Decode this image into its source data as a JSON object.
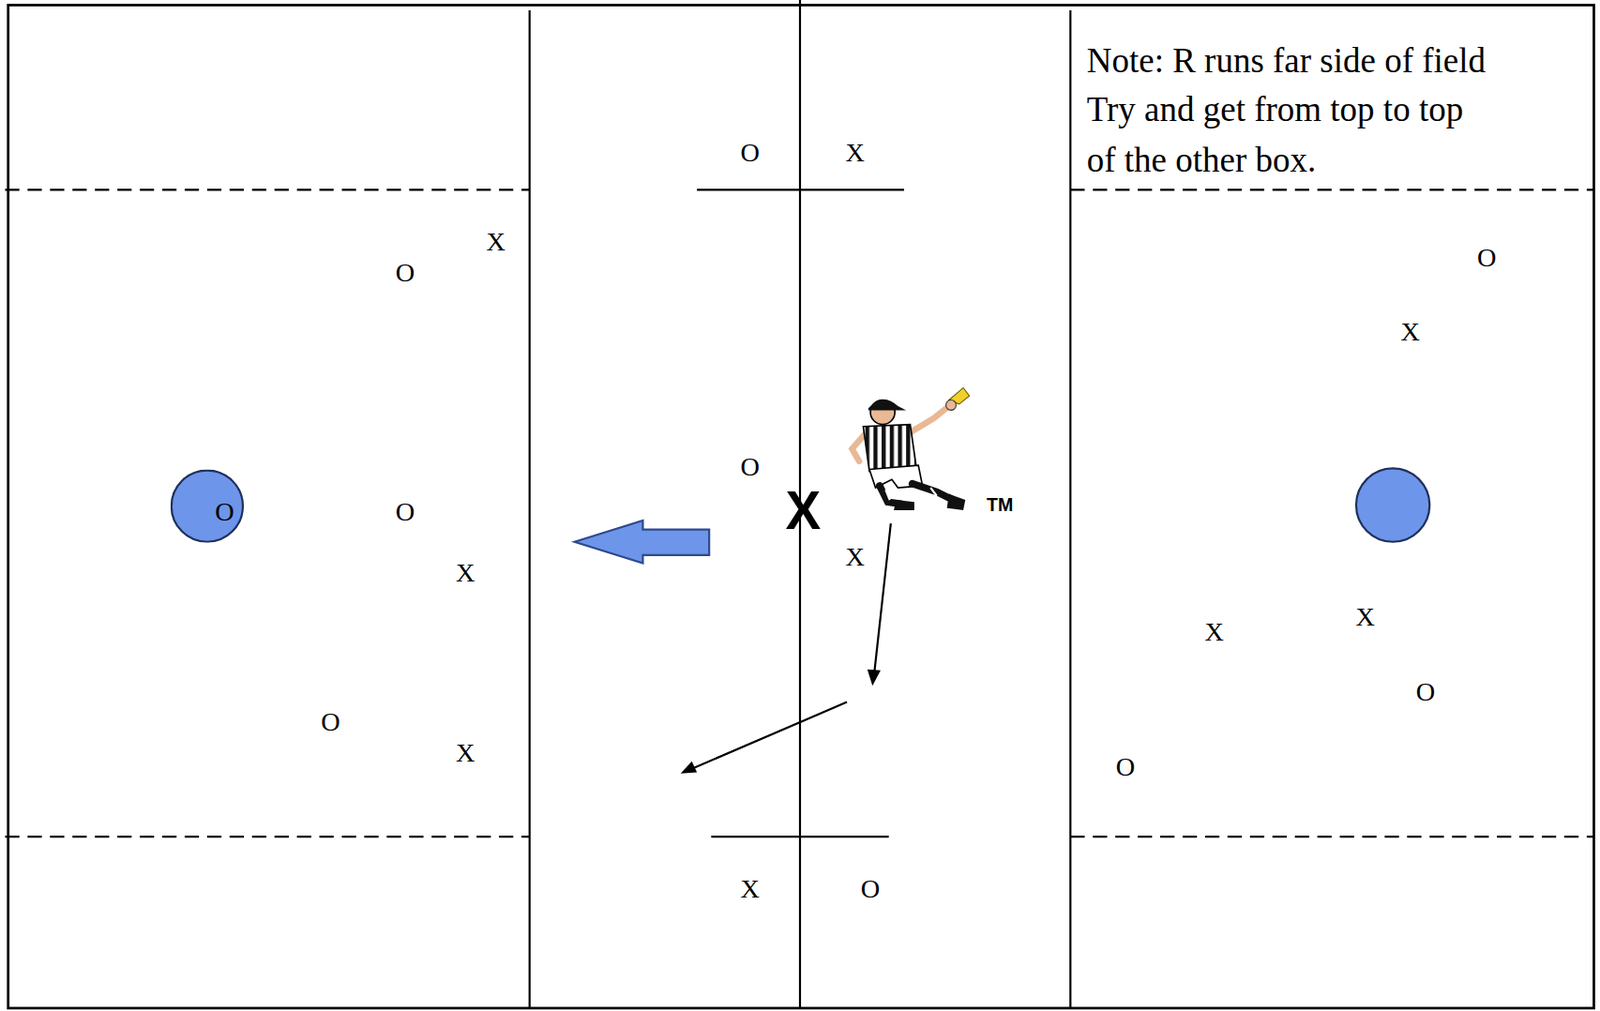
{
  "diagram": {
    "nodes": [
      {
        "text": [
          "O"
        ]
      }
    ],
    "labels": [
      "Note: R runs far side of field",
      "Try and get from top to top",
      "of the other box.",
      "O",
      "X",
      "X",
      "O",
      "O",
      "X",
      "O",
      "X",
      "TM",
      "O",
      "X",
      "X",
      "X",
      "X",
      "O",
      "O",
      "X",
      "O",
      "X",
      "O"
    ]
  }
}
